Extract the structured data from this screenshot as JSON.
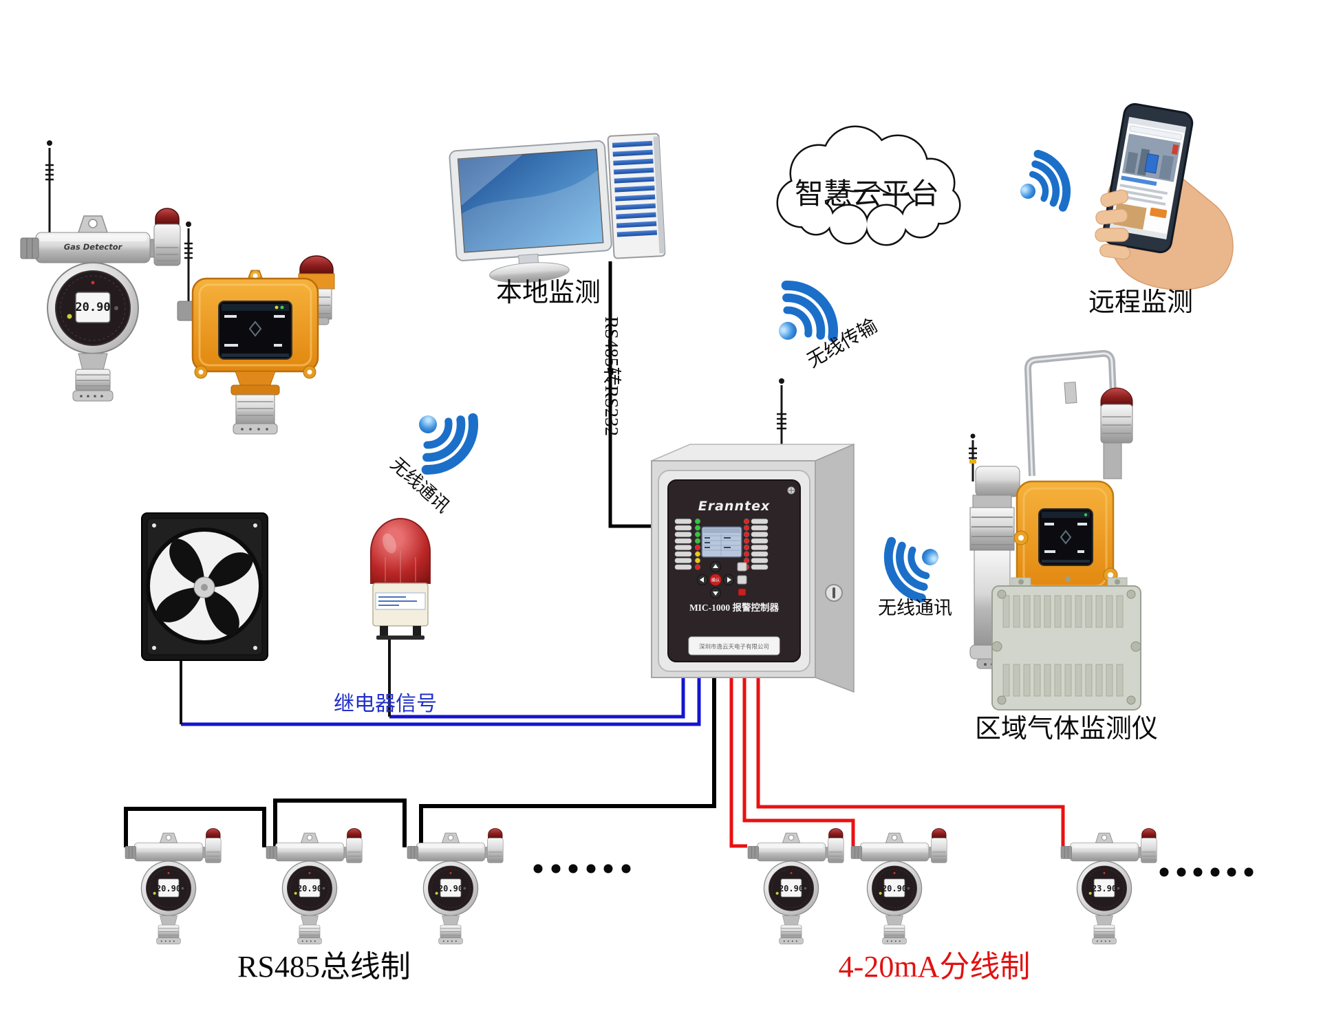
{
  "diagram": {
    "computer": {
      "label": "本地监测"
    },
    "serial_link": {
      "label": "RS485转RS232"
    },
    "cloud": {
      "label": "智慧云平台"
    },
    "phone": {
      "label": "远程监测"
    },
    "wifi_center": {
      "label": "无线传输"
    },
    "wifi_left": {
      "label": "无线通讯"
    },
    "wifi_right": {
      "label": "无线通讯"
    },
    "relay": {
      "label": "继电器信号"
    },
    "area_monitor": {
      "label": "区域气体监测仪"
    },
    "bus_group": {
      "label": "RS485总线制",
      "readings": [
        "20.90",
        "20.90",
        "20.90"
      ]
    },
    "analog_group": {
      "label": "4-20mA分线制",
      "readings": [
        "20.90",
        "20.90",
        "23.90"
      ]
    },
    "fixed_detector": {
      "brand": "Gas Detector",
      "reading": "20.90"
    }
  },
  "controller": {
    "brand": "Eranntex",
    "model": "MIC-1000 报警控制器",
    "company": "深圳市逸云天电子有限公司",
    "confirm": "确认",
    "left_leds": [
      "#2fc93c",
      "#2fc93c",
      "#2fc93c",
      "#2fc93c",
      "#e42222",
      "#f2c715",
      "#f2c715",
      "#e42222"
    ],
    "right_leds": [
      "#e42222",
      "#e42222",
      "#e42222",
      "#e42222",
      "#e42222",
      "#e42222",
      "#e42222",
      "#e42222"
    ]
  },
  "colors": {
    "bus_wire": "#000000",
    "analog_wire": "#ea1111",
    "relay_wire": "#1414d2",
    "serial_wire": "#000000",
    "label_red": "#e01212",
    "label_blue": "#2230c8",
    "wifi_blue": "#1b6fc9"
  }
}
